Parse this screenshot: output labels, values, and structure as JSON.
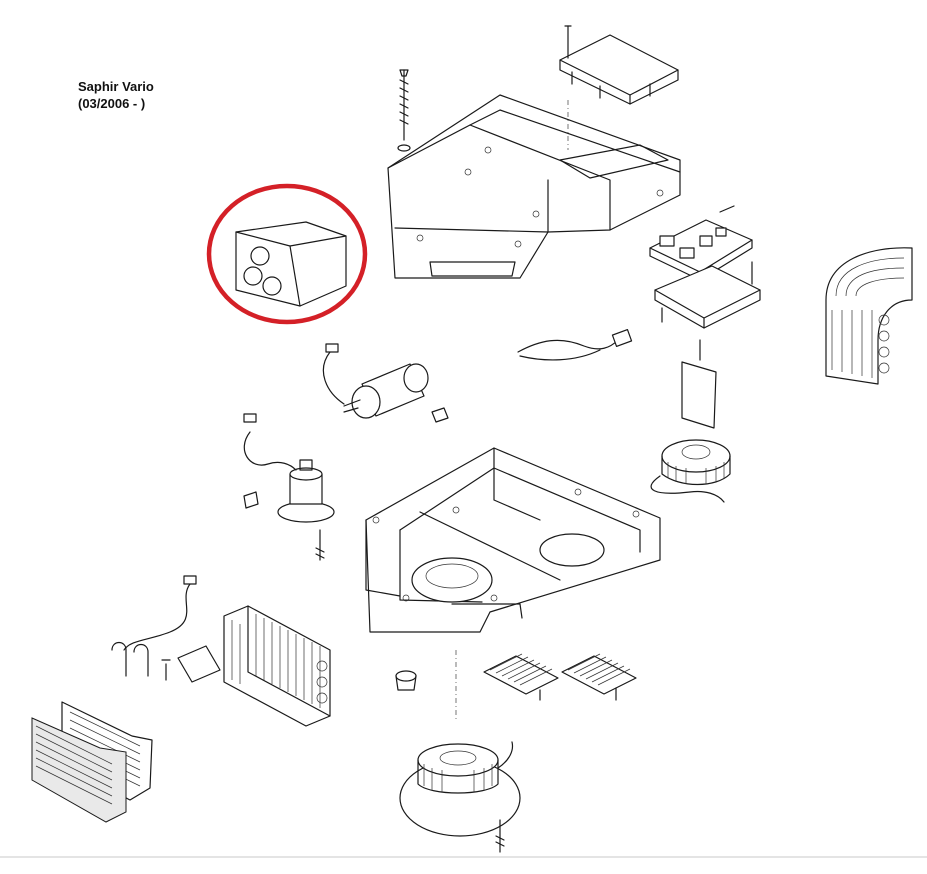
{
  "title": {
    "model": "Saphir Vario",
    "period": "(03/2006 - )"
  },
  "colors": {
    "line": "#1a1a1a",
    "highlight_circle": "#d42027",
    "background": "#ffffff"
  },
  "highlighted_part": "triple-port-block"
}
